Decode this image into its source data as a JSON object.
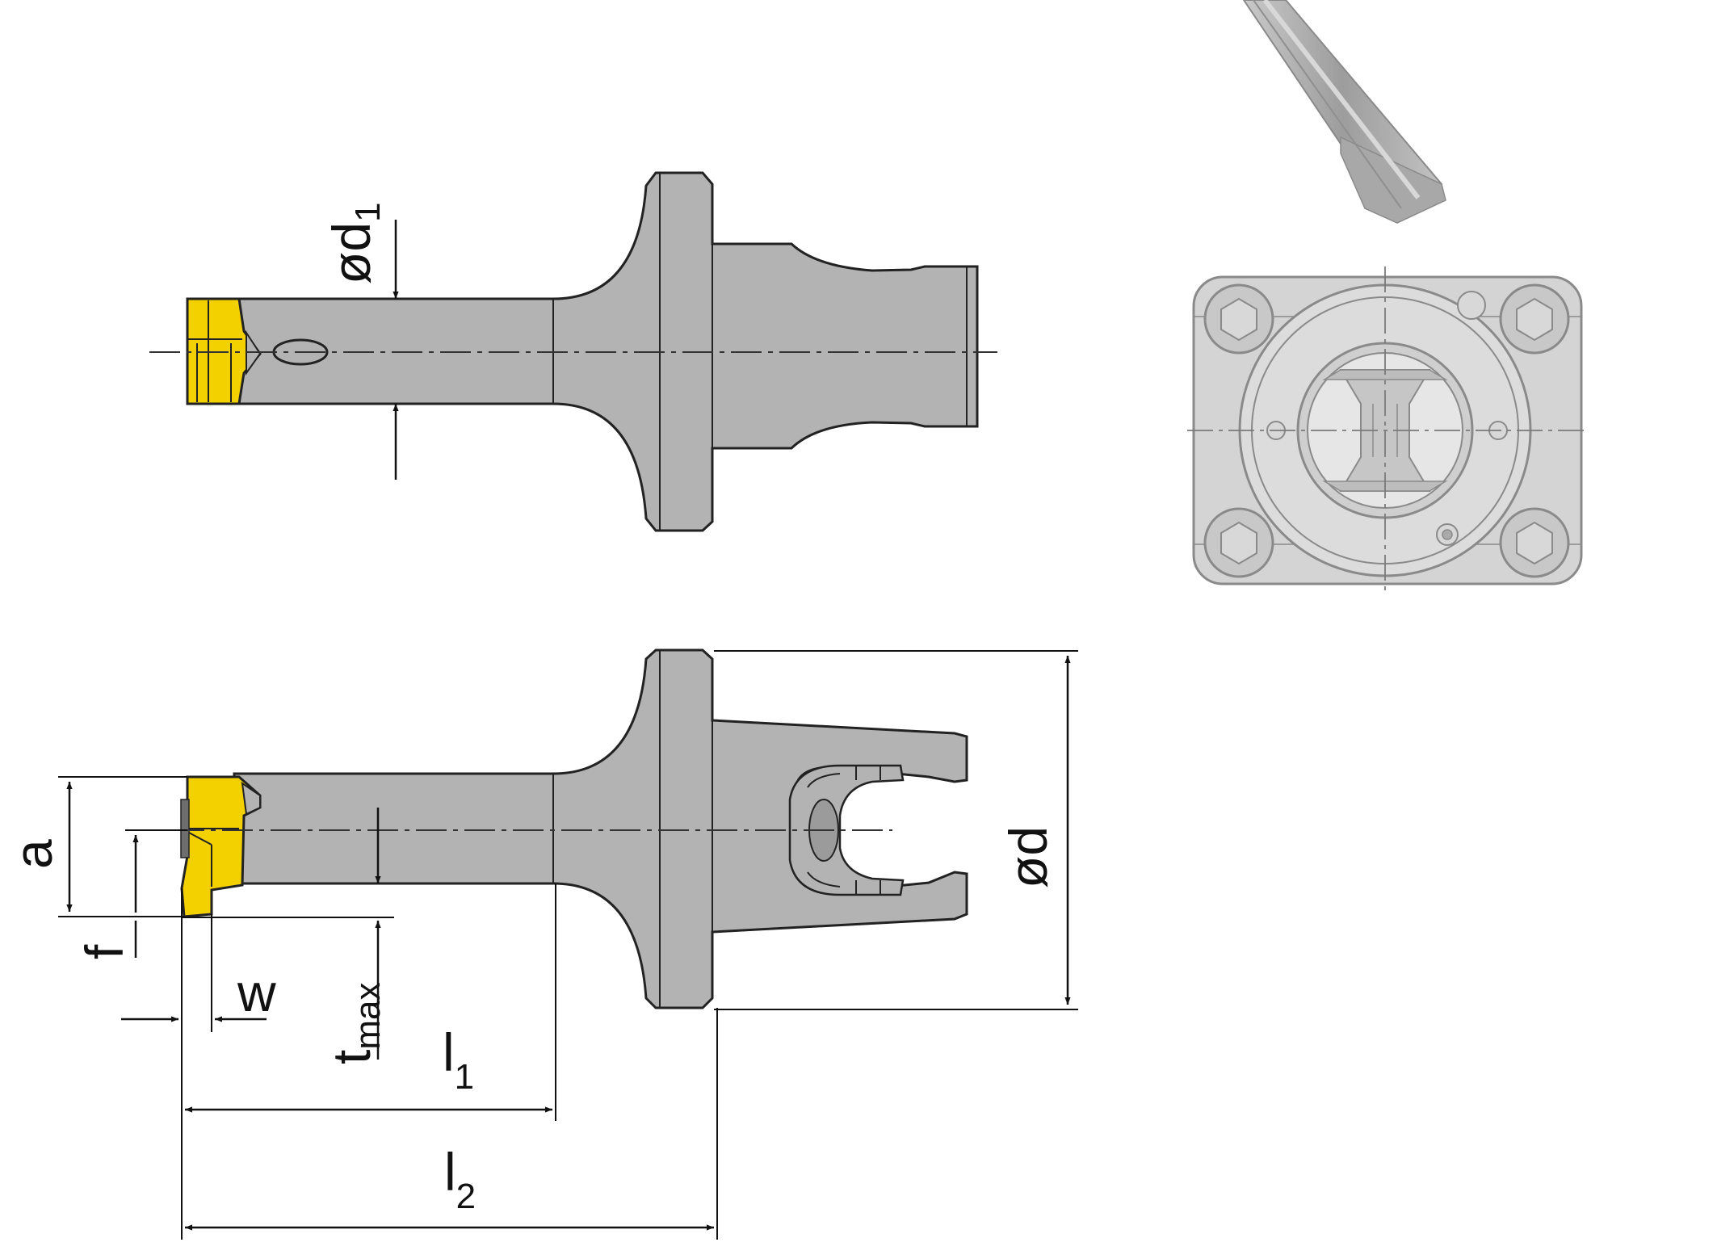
{
  "labels": {
    "d1_main": "ød",
    "d1_sub": "1",
    "d_main": "ød",
    "a": "a",
    "f": "f",
    "w": "w",
    "t_main": "t",
    "t_sub": "max",
    "l1_main": "l",
    "l1_sub": "1",
    "l2_main": "l",
    "l2_sub": "2"
  },
  "colors": {
    "body": "#b3b3b3",
    "insert": "#f3d000",
    "outline": "#222222",
    "background": "#ffffff",
    "clamp_body": "#d4d4d4",
    "clamp_outline": "#8a8a8a",
    "key": "#a6a6a6"
  },
  "icons": {
    "torx_key": "torx-key-icon",
    "clamp_unit": "clamping-unit-icon"
  }
}
